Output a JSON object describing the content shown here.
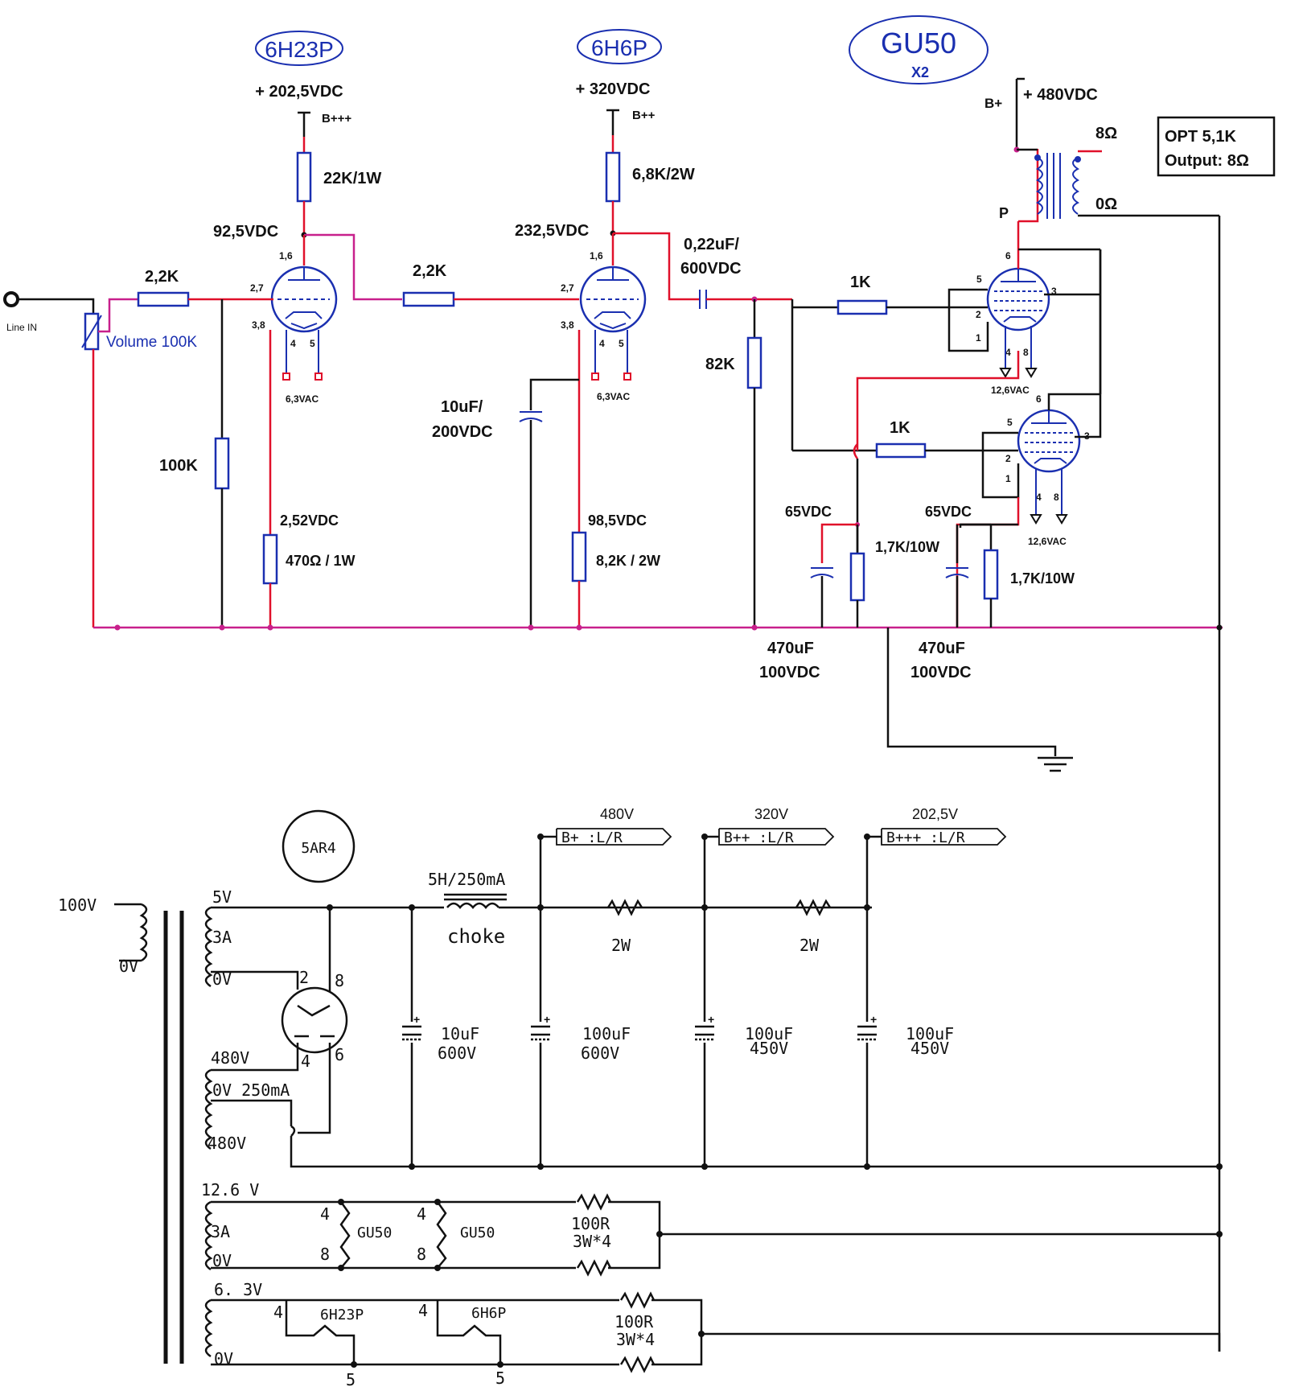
{
  "tubes": {
    "v1": "6H23P",
    "v2": "6H6P",
    "v3": "GU50",
    "v3_count": "X2",
    "rect": "5AR4"
  },
  "amp": {
    "b1": "+ 202,5VDC",
    "b1_tag": "B+++",
    "b2": "+ 320VDC",
    "b2_tag": "B++",
    "b3": "+ 480VDC",
    "b3_tag": "B+",
    "r_load1": "22K/1W",
    "r_load2": "6,8K/2W",
    "plate1": "92,5VDC",
    "plate2": "232,5VDC",
    "r_in": "2,2K",
    "r_mid": "2,2K",
    "pin16": "1,6",
    "pin27": "2,7",
    "pin38": "3,8",
    "pin4": "4",
    "pin5": "5",
    "heater1": "6,3VAC",
    "heater2": "6,3VAC",
    "line_in": "Line IN",
    "volume": "Volume 100K",
    "r_grid": "100K",
    "cathode1": "2,52VDC",
    "r_k1": "470Ω / 1W",
    "c_k2": "10uF/",
    "c_k2b": "200VDC",
    "cathode2": "98,5VDC",
    "r_k2": "8,2K / 2W",
    "c_couple": "0,22uF/",
    "c_couple_b": "600VDC",
    "r_leak": "82K",
    "r_g1": "1K",
    "r_g2": "1K",
    "k_a": "65VDC",
    "k_b": "65VDC",
    "r_kp1": "1,7K/10W",
    "r_kp2": "1,7K/10W",
    "c_kp1": "470uF",
    "c_kp1b": "100VDC",
    "c_kp2": "470uF",
    "c_kp2b": "100VDC",
    "heater3": "12,6VAC",
    "heater4": "12,6VAC",
    "p_tag": "P",
    "opt_8": "8Ω",
    "opt_0": "0Ω",
    "opt_box1": "OPT 5,1K",
    "opt_box2": "Output: 8Ω",
    "gu_p6": "6",
    "gu_p5": "5",
    "gu_p3": "3",
    "gu_p2": "2",
    "gu_p1": "1",
    "gu_p4": "4",
    "gu_p8": "8"
  },
  "psu": {
    "tr_primary": "100V",
    "tr_primary0": "0V",
    "s5v": "5V",
    "s3a": "3A",
    "s0v": "0V",
    "s480a": "480V",
    "s0v250": "0V 250mA",
    "s480b": "480V",
    "rp2": "2",
    "rp8": "8",
    "rp4": "4",
    "rp6": "6",
    "choke_top": "5H/250mA",
    "choke": "choke",
    "c1a": "10uF",
    "c1b": "600V",
    "c2a": "100uF",
    "c2b": "600V",
    "c3a": "100uF",
    "c3b": "450V",
    "c4a": "100uF",
    "c4b": "450V",
    "rail1": "480V",
    "rail1_tag": "B+ :L/R",
    "rail2": "320V",
    "rail2_tag": "B++ :L/R",
    "rail3": "202,5V",
    "rail3_tag": "B+++ :L/R",
    "r1w": "2W",
    "r2w": "2W",
    "h126": "12.6 V",
    "h3a": "3A",
    "h0v": "0V",
    "gu_a": "GU50",
    "gu_b": "GU50",
    "gp4": "4",
    "gp8": "8",
    "hr1": "100R",
    "hr1b": "3W*4",
    "h63": "6. 3V",
    "h0v2": "0V",
    "t1": "6H23P",
    "t2": "6H6P",
    "tp4": "4",
    "tp5": "5",
    "hr2": "100R",
    "hr2b": "3W*4"
  }
}
